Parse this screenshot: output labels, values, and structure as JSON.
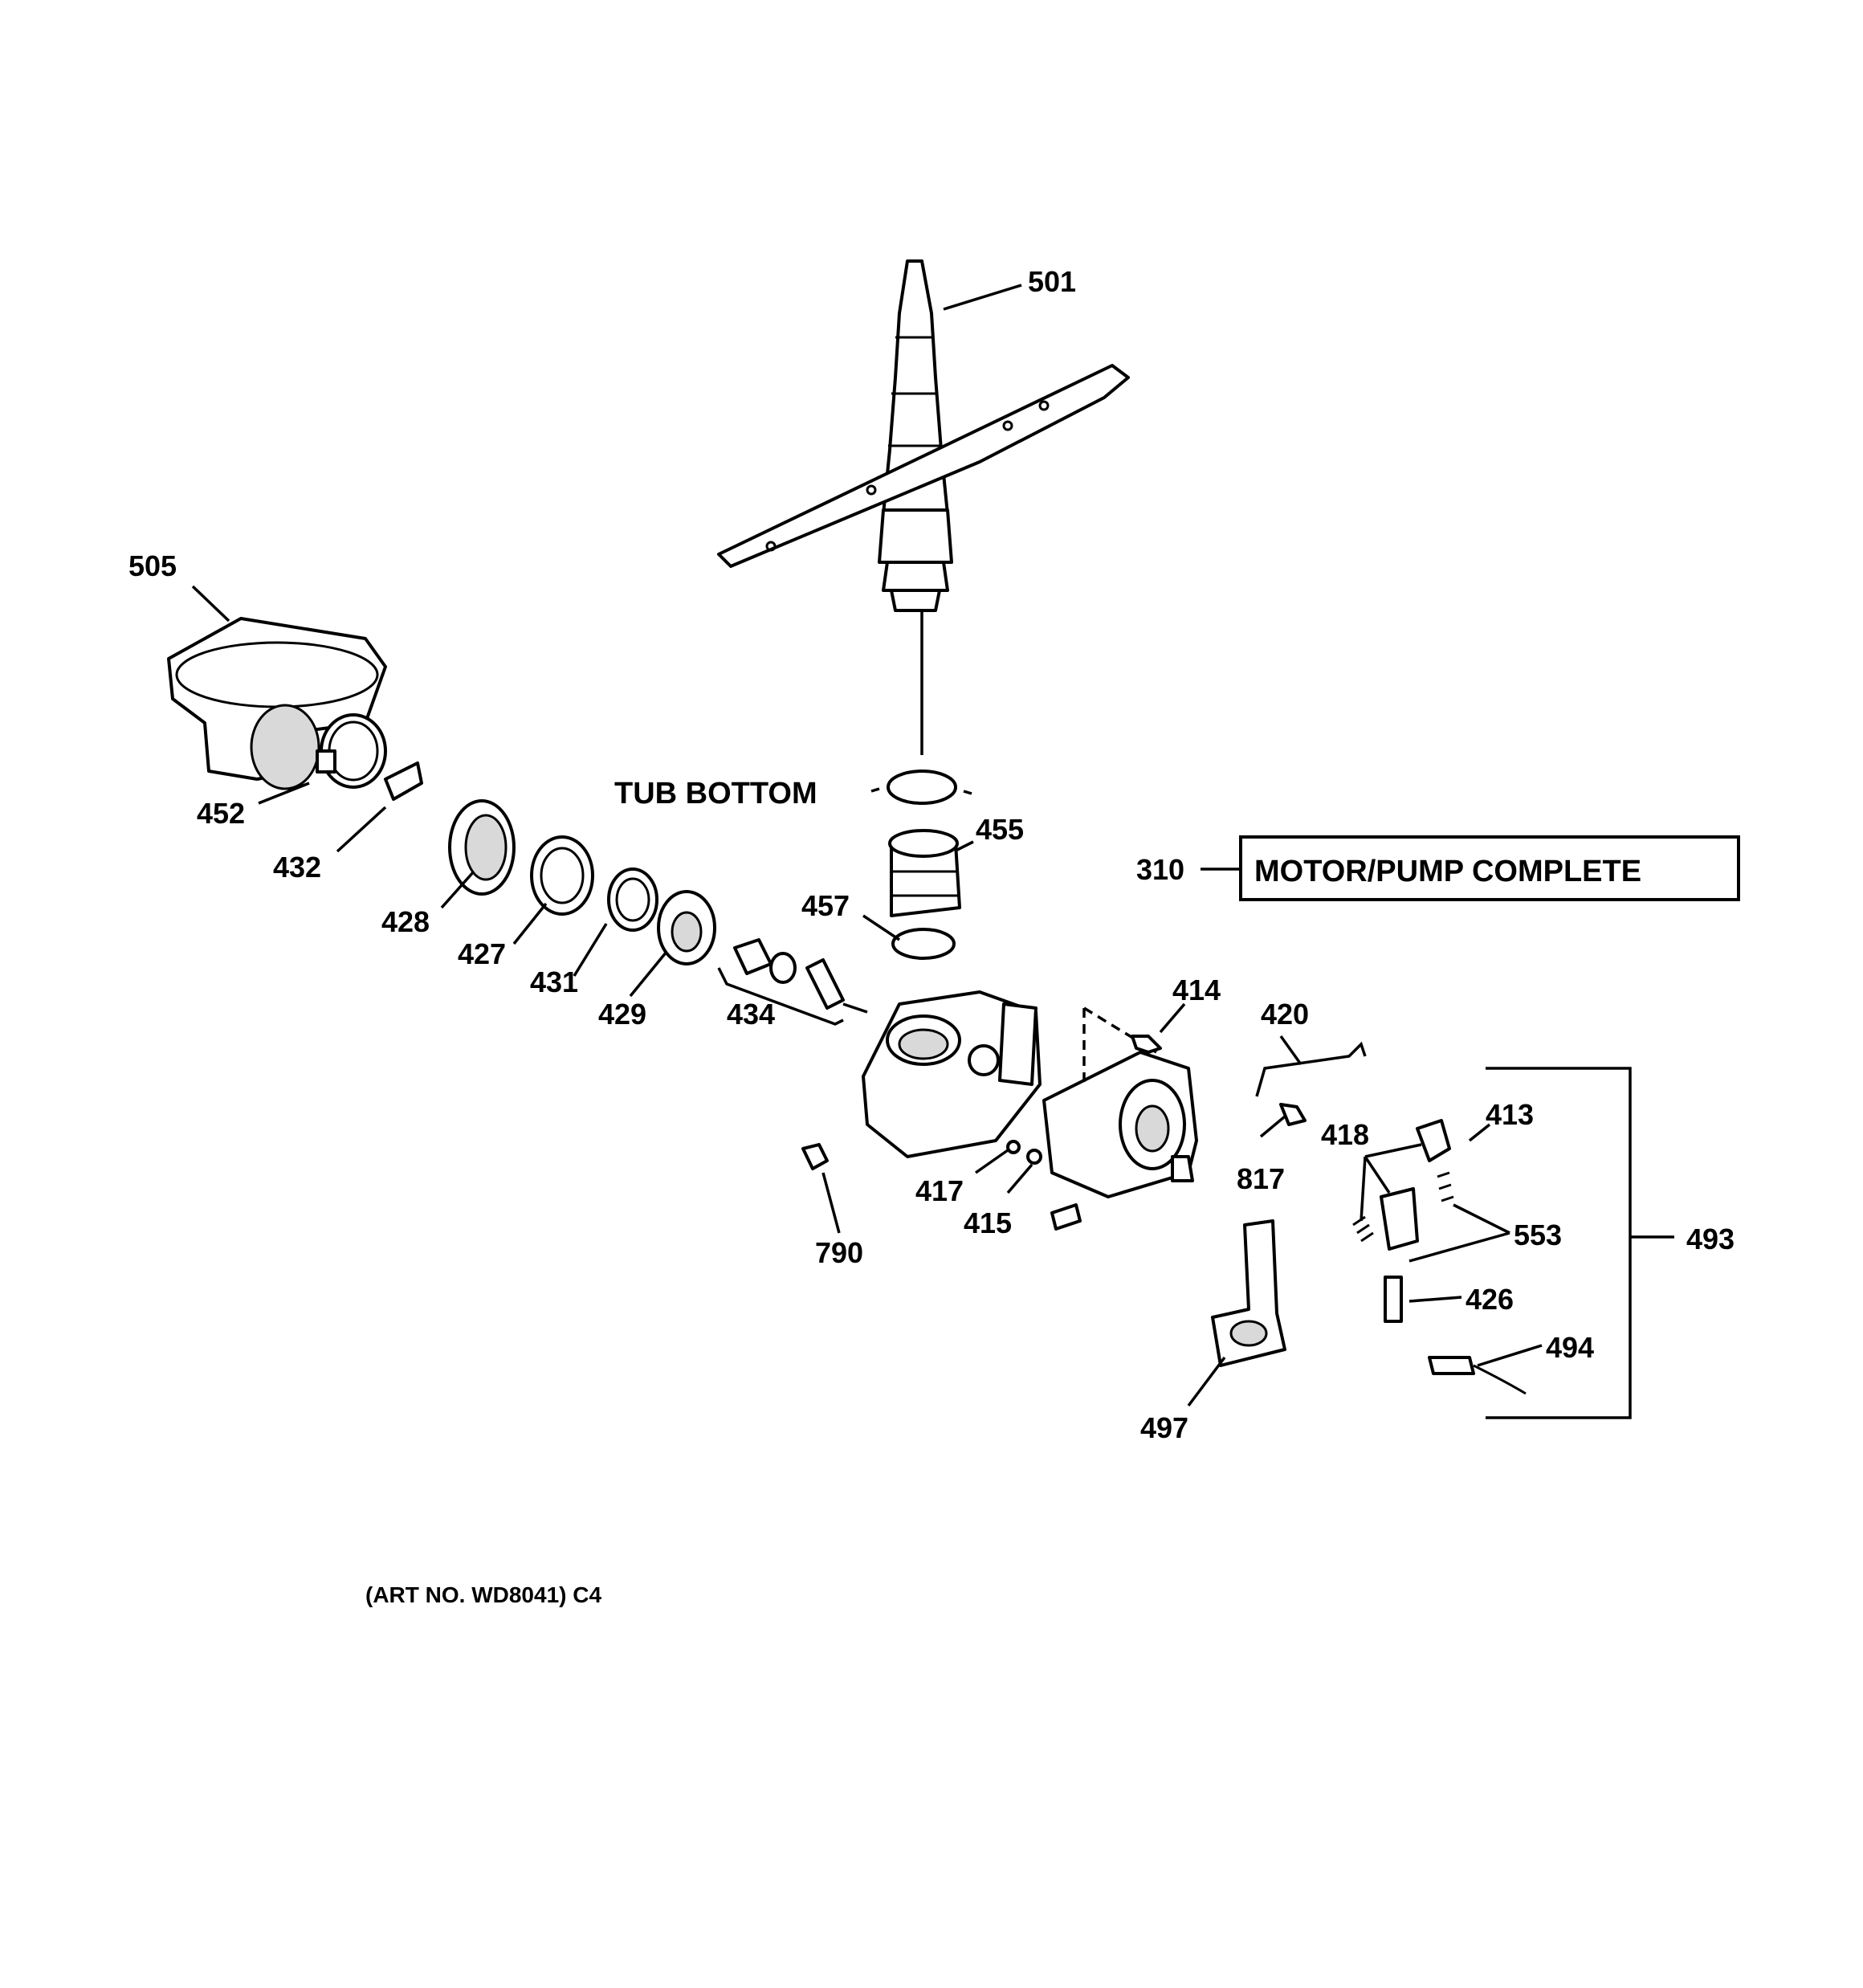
{
  "labels": {
    "p501": "501",
    "p505": "505",
    "p452": "452",
    "p432": "432",
    "p428": "428",
    "p427": "427",
    "p431": "431",
    "p429": "429",
    "p434": "434",
    "p455": "455",
    "p457": "457",
    "p310": "310",
    "p414": "414",
    "p420": "420",
    "p418": "418",
    "p413": "413",
    "p817": "817",
    "p417": "417",
    "p415": "415",
    "p790": "790",
    "p553": "553",
    "p493": "493",
    "p426": "426",
    "p494": "494",
    "p497": "497"
  },
  "tub_bottom": "TUB BOTTOM",
  "motor_pump_box": "MOTOR/PUMP COMPLETE",
  "art_number": "(ART NO. WD8041) C4"
}
